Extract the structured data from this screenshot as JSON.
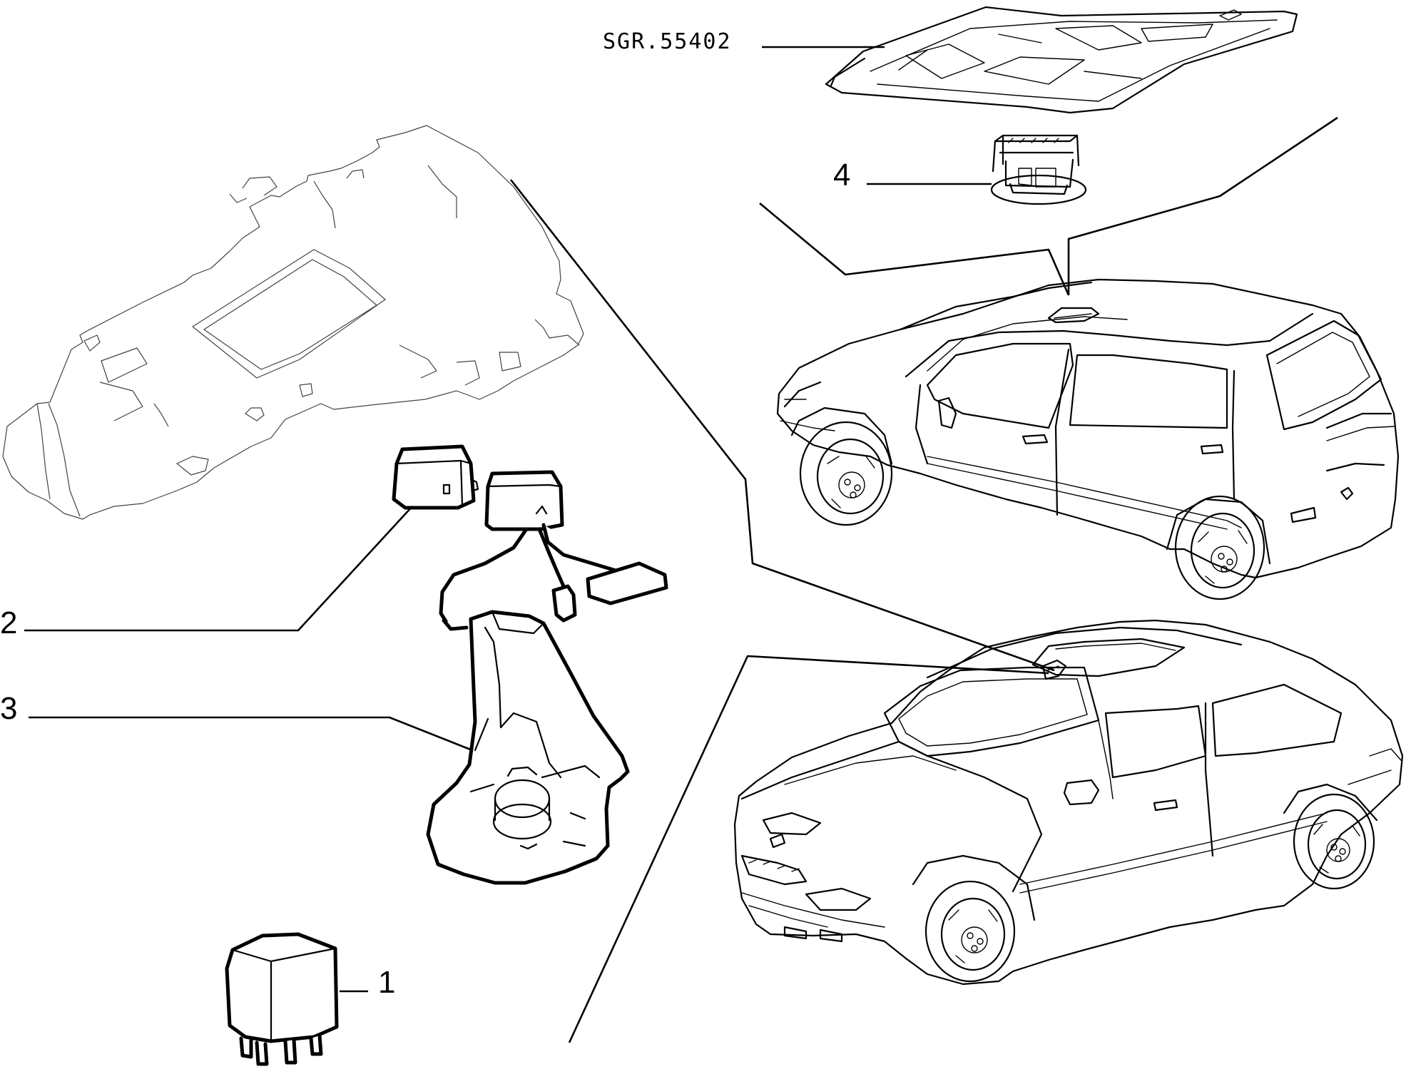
{
  "drawing_code": "SGR.55402",
  "callouts": {
    "c1": "1",
    "c2": "2",
    "c3": "3",
    "c4": "4"
  }
}
